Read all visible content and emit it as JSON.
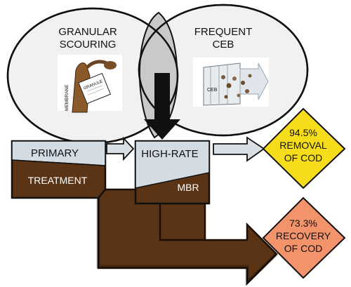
{
  "venn": {
    "left_label_line1": "GRANULAR",
    "left_label_line2": "SCOURING",
    "right_label_line1": "FREQUENT",
    "right_label_line2": "CEB",
    "membrane_label": "MEMBRANE",
    "granule_label": "GRANULE",
    "ceb_label": "CEB"
  },
  "primary": {
    "top_label": "PRIMARY",
    "bottom_label": "TREATMENT"
  },
  "mbr": {
    "top_label": "HIGH-RATE",
    "bottom_label": "MBR"
  },
  "removal": {
    "value": "94.5%",
    "line1": "REMOVAL",
    "line2": "OF COD",
    "color": "#f6dd1b"
  },
  "recovery": {
    "value": "73.3%",
    "line1": "RECOVERY",
    "line2": "OF COD",
    "color": "#f3936b"
  },
  "colors": {
    "sludge": "#5a3414",
    "water": "#d4dce3",
    "arrow_fill": "#d9e0e5"
  }
}
